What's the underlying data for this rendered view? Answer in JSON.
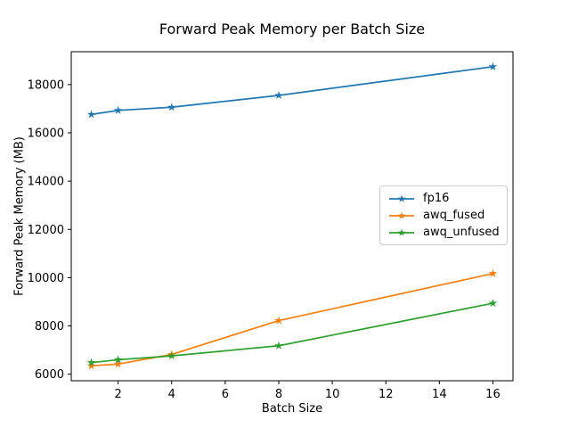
{
  "chart_data": {
    "type": "line",
    "title": "Forward Peak Memory per Batch Size",
    "xlabel": "Batch Size",
    "ylabel": "Forward Peak Memory (MB)",
    "x": [
      1,
      2,
      4,
      8,
      16
    ],
    "series": [
      {
        "name": "fp16",
        "color": "#1f77b4",
        "values": [
          16760,
          16930,
          17060,
          17550,
          18740
        ]
      },
      {
        "name": "awq_fused",
        "color": "#ff7f0e",
        "values": [
          6350,
          6420,
          6820,
          8220,
          10170
        ]
      },
      {
        "name": "awq_unfused",
        "color": "#2ca02c",
        "values": [
          6480,
          6600,
          6760,
          7180,
          8940
        ]
      }
    ],
    "xticks": [
      2,
      4,
      6,
      8,
      10,
      12,
      14,
      16
    ],
    "yticks": [
      6000,
      8000,
      10000,
      12000,
      14000,
      16000,
      18000
    ],
    "xlim": [
      0.25,
      16.75
    ],
    "ylim": [
      5730,
      19360
    ],
    "marker": "star",
    "grid": false,
    "legend_position": "center-right",
    "axis_color": "#000000",
    "background_color": "#ffffff"
  }
}
